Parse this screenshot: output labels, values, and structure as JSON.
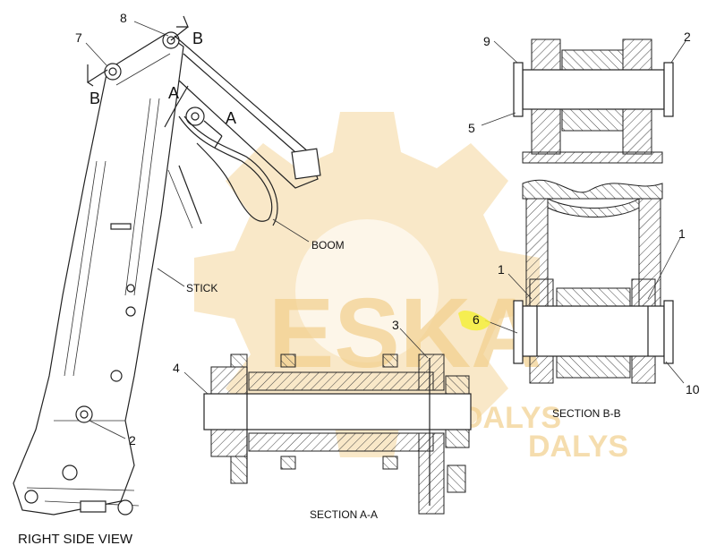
{
  "views": {
    "right_side_view": "RIGHT SIDE VIEW",
    "section_a_a": "SECTION A-A",
    "section_b_b": "SECTION B-B"
  },
  "labels": {
    "boom": "BOOM",
    "stick": "STICK"
  },
  "section_marks": {
    "a": "A",
    "b": "B"
  },
  "callouts": {
    "c1a": "1",
    "c1b": "1",
    "c2_side": "2",
    "c2_bb": "2",
    "c3": "3",
    "c4": "4",
    "c5": "5",
    "c6": "6",
    "c7": "7",
    "c8": "8",
    "c9": "9",
    "c10": "10"
  },
  "watermark": {
    "line1": "ESKA",
    "line2": "DALYS",
    "line3": "DALYS"
  },
  "colors": {
    "watermark": "#f4d69a",
    "highlight": "#f5ef3c",
    "ink": "#222222"
  }
}
